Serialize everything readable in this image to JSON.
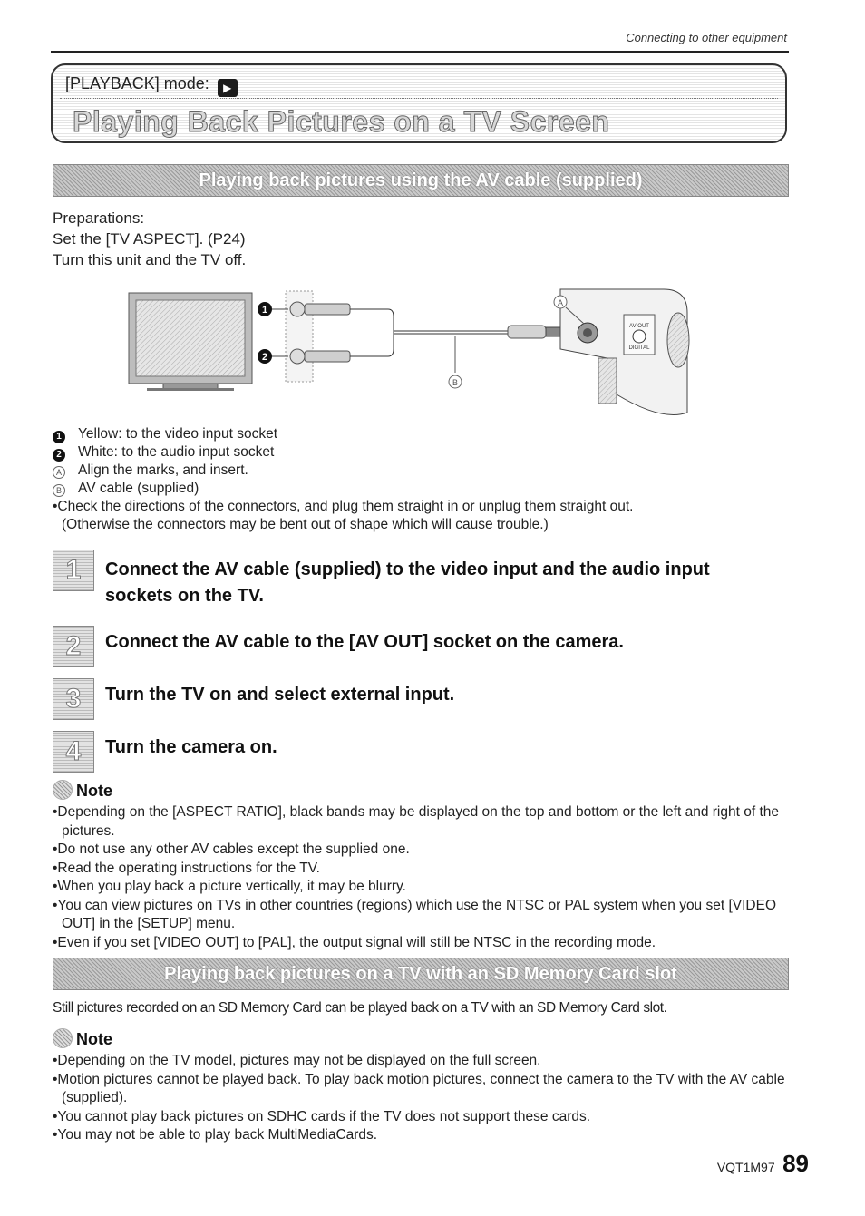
{
  "header": {
    "chapter": "Connecting to other equipment"
  },
  "title_box": {
    "mode_label": "[PLAYBACK] mode:",
    "mode_icon": "playback-mode-icon",
    "title": "Playing Back Pictures on a TV Screen"
  },
  "section1": {
    "banner": "Playing back pictures using the AV cable (supplied)",
    "preparations": [
      "Preparations:",
      "Set the [TV ASPECT]. (P24)",
      "Turn this unit and the TV off."
    ]
  },
  "diagram": {
    "marker_1": "1",
    "marker_2": "2",
    "marker_a": "A",
    "marker_b": "B",
    "socket_label_top": "AV OUT",
    "socket_label_bottom": "DIGITAL"
  },
  "legend": {
    "items": [
      {
        "marker": "1",
        "text": "Yellow: to the video input socket"
      },
      {
        "marker": "2",
        "text": "White: to the audio input socket"
      },
      {
        "marker": "A",
        "text": "Align the marks, and insert."
      },
      {
        "marker": "B",
        "text": "AV cable (supplied)"
      }
    ],
    "check_line1": "•Check the directions of the connectors, and plug them straight in or unplug them straight out.",
    "check_line2": "(Otherwise the connectors may be bent out of shape which will cause trouble.)"
  },
  "steps": [
    {
      "num": "1",
      "text": "Connect the AV cable (supplied) to the video input and the audio input sockets on the TV."
    },
    {
      "num": "2",
      "text": "Connect the AV cable to the [AV OUT] socket on the camera."
    },
    {
      "num": "3",
      "text": "Turn the TV on and select external input."
    },
    {
      "num": "4",
      "text": "Turn the camera on."
    }
  ],
  "note1": {
    "heading": "Note",
    "items": [
      "•Depending on the [ASPECT RATIO], black bands may be displayed on the top and bottom or the left and right of the pictures.",
      "•Do not use any other AV cables except the supplied one.",
      "•Read the operating instructions for the TV.",
      "•When you play back a picture vertically, it may be blurry.",
      "•You can view pictures on TVs in other countries (regions) which use the NTSC or PAL system when you set [VIDEO OUT] in the [SETUP] menu.",
      "•Even if you set [VIDEO OUT] to [PAL], the output signal will still be NTSC in the recording mode."
    ]
  },
  "section2": {
    "banner": "Playing back pictures on a TV with an SD Memory Card slot",
    "text": "Still pictures recorded on an SD Memory Card can be played back on a TV with an SD Memory Card slot."
  },
  "note2": {
    "heading": "Note",
    "items": [
      "•Depending on the TV model, pictures may not be displayed on the full screen.",
      "•Motion pictures cannot be played back. To play back motion pictures, connect the camera to the TV with the AV cable (supplied).",
      "•You cannot play back pictures on SDHC cards if the TV does not support these cards.",
      "•You may not be able to play back MultiMediaCards."
    ]
  },
  "footer": {
    "code": "VQT1M97",
    "page": "89"
  }
}
